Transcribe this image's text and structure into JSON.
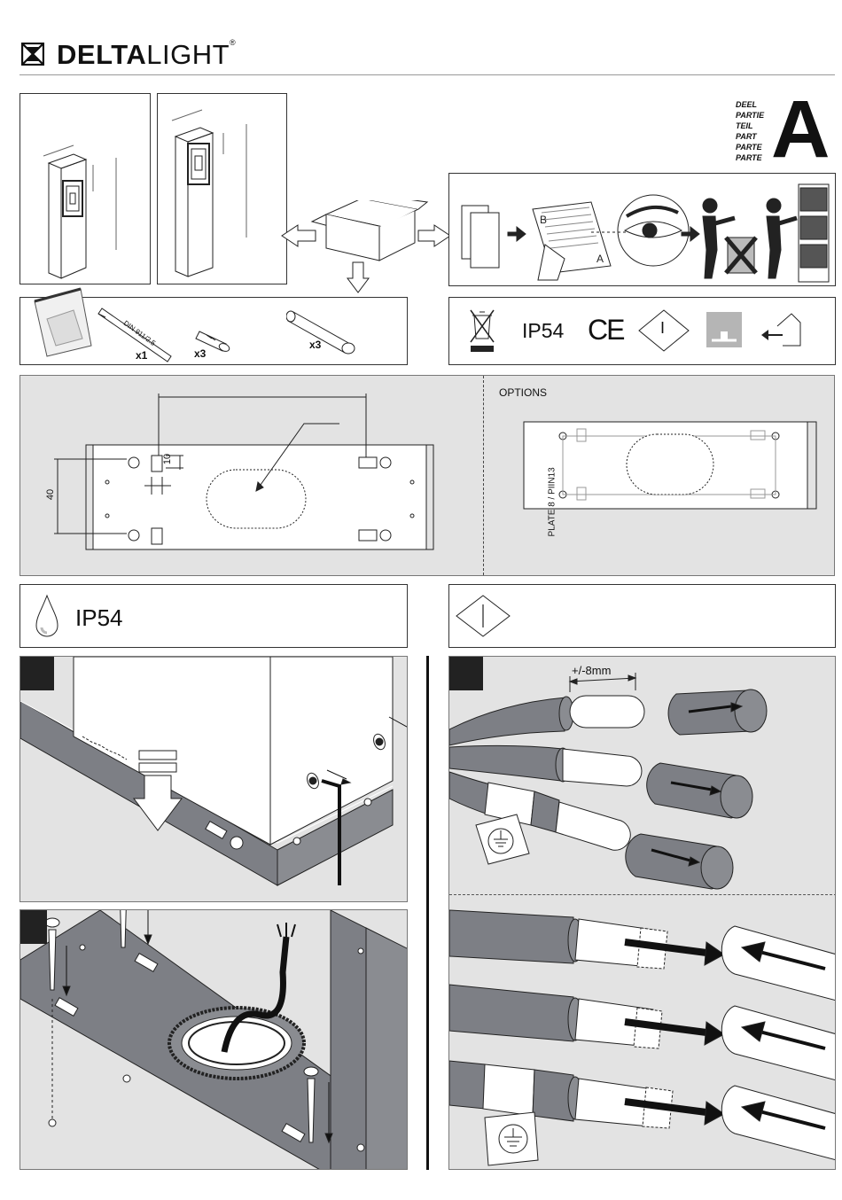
{
  "header": {
    "brand_bold": "DELTA",
    "brand_light": "LIGHT",
    "reg_mark": "®"
  },
  "part": {
    "words": [
      "DEEL",
      "PARTIE",
      "TEIL",
      "PART",
      "PARTE",
      "PARTE"
    ],
    "letter": "A"
  },
  "contents": {
    "qty_key": "x1",
    "qty_sleeve": "x3",
    "qty_tube": "x3",
    "key_spec": "DIN 911/2.5"
  },
  "symbols": {
    "ip_rating": "IP54",
    "ce": "CE",
    "class_one": "I"
  },
  "plate": {
    "dim_40": "40",
    "dim_10": "10"
  },
  "options": {
    "title": "OPTIONS",
    "plate_label": "PLATE 8 / PIIN13"
  },
  "ip_box": {
    "text": "IP54"
  },
  "wiring": {
    "strip_length": "+/-8mm"
  },
  "colors": {
    "panel_grey": "#e3e3e3",
    "steel_grey": "#7d7f85",
    "line": "#222222"
  }
}
